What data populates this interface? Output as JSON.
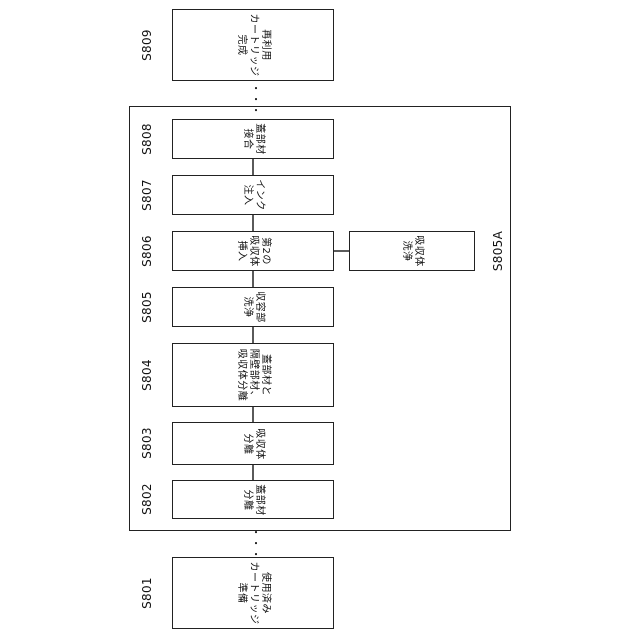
{
  "steps": [
    {
      "id": "S801",
      "text": "使用済み\nカートリッジ\n準備"
    },
    {
      "id": "S802",
      "text": "蓋部材\n分離"
    },
    {
      "id": "S803",
      "text": "吸収体\n分離"
    },
    {
      "id": "S804",
      "text": "蓋部材と\n隔壁部材、\n吸収体分離"
    },
    {
      "id": "S805",
      "text": "収容部\n洗浄"
    },
    {
      "id": "S806",
      "text": "第2の\n吸収体\n挿入"
    },
    {
      "id": "S807",
      "text": "インク\n注入"
    },
    {
      "id": "S808",
      "text": "蓋部材\n接合"
    },
    {
      "id": "S809",
      "text": "再利用\nカートリッジ\n完成"
    }
  ],
  "side": {
    "id": "S805A",
    "text": "吸収体\n洗浄"
  },
  "dots": "・\n・\n・"
}
